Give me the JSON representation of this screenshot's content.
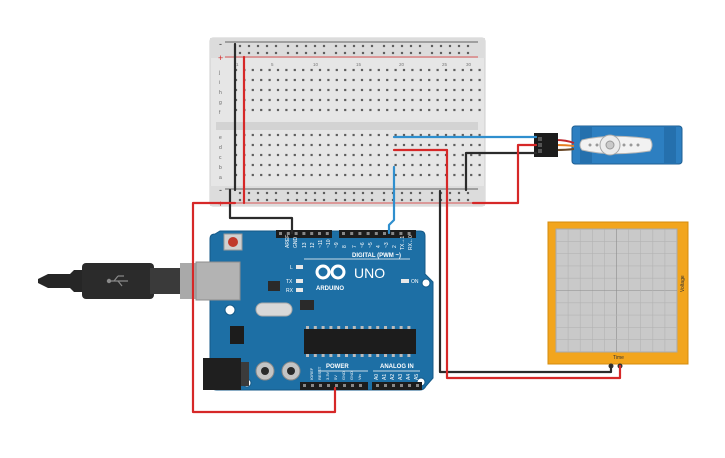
{
  "breadboard": {
    "rail_minus": "-",
    "rail_plus": "+",
    "top_row_labels": [
      "j",
      "i",
      "h",
      "g",
      "f"
    ],
    "bottom_row_labels": [
      "e",
      "d",
      "c",
      "b",
      "a"
    ],
    "column_numbers": [
      "1",
      "5",
      "10",
      "15",
      "20",
      "25",
      "30"
    ]
  },
  "arduino": {
    "brand": "ARDUINO",
    "model": "UNO",
    "digital_label": "DIGITAL (PWM ~)",
    "power_label": "POWER",
    "analog_label": "ANALOG IN",
    "on_label": "ON",
    "led_l": "L",
    "led_tx": "TX",
    "led_rx": "RX",
    "aref": "AREF",
    "gnd": "GND",
    "digital_pins": [
      "13",
      "12",
      "~11",
      "~10",
      "~9",
      "8",
      "7",
      "~6",
      "~5",
      "4",
      "~3",
      "2",
      "TX→1",
      "RX←0"
    ],
    "power_pins": [
      "IOREF",
      "RESET",
      "3.3V",
      "5V",
      "GND",
      "GND",
      "Vin"
    ],
    "analog_pins": [
      "A0",
      "A1",
      "A2",
      "A3",
      "A4",
      "A5"
    ]
  },
  "oscilloscope": {
    "x_label": "Time",
    "y_label": "Voltage"
  },
  "colors": {
    "board_blue": "#1d6fa5",
    "breadboard": "#e4e4e4",
    "wire_red": "#d62828",
    "wire_black": "#2b2b2b",
    "wire_blue": "#2f8fce",
    "scope_frame": "#f2a51d",
    "servo_blue": "#2d7fc1"
  }
}
